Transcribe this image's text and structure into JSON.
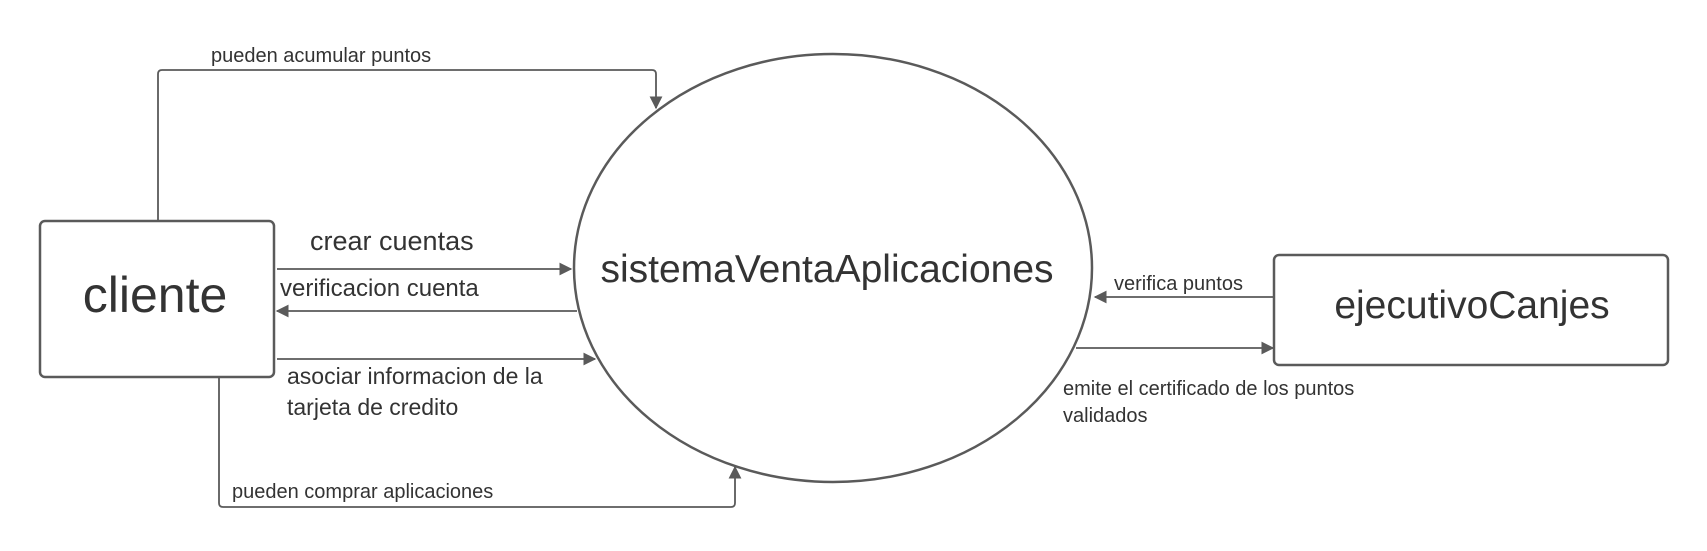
{
  "nodes": {
    "cliente": "cliente",
    "sistema": "sistemaVentaAplicaciones",
    "ejecutivo": "ejecutivoCanjes"
  },
  "edges": {
    "pueden_acumular": "pueden acumular puntos",
    "crear_cuentas": "crear cuentas",
    "verificacion_cuenta": "verificacion cuenta",
    "asociar_line1": "asociar informacion de la",
    "asociar_line2": "tarjeta de credito",
    "pueden_comprar": "pueden comprar aplicaciones",
    "verifica_puntos": "verifica puntos",
    "emite_line1": "emite el certificado de los puntos",
    "emite_line2": "validados"
  },
  "colors": {
    "stroke": "#5a5a5a",
    "text": "#333333",
    "background": "#ffffff"
  }
}
